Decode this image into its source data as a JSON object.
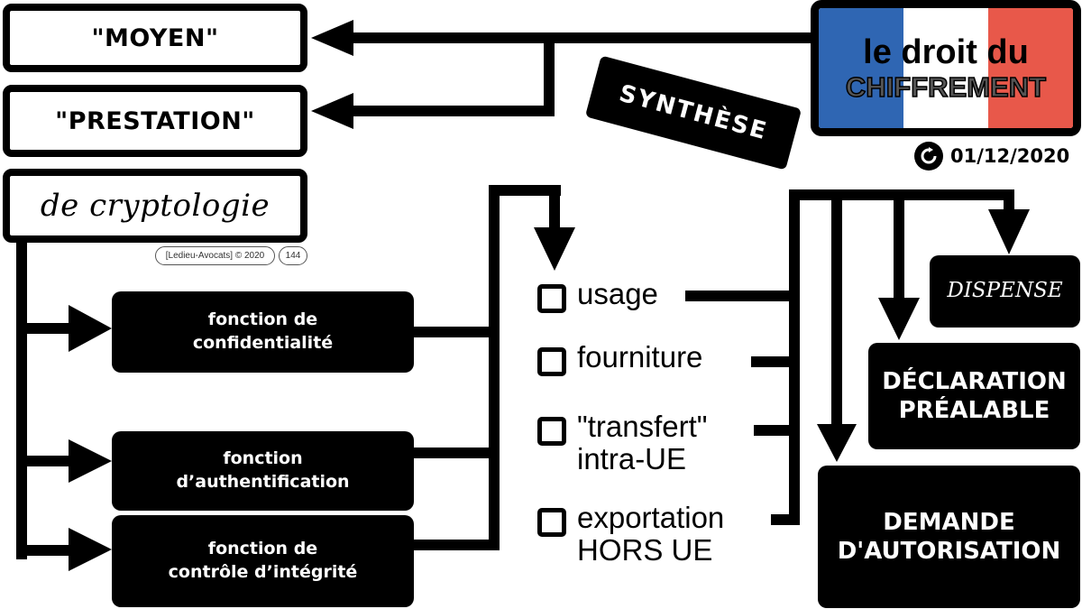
{
  "left_boxes": {
    "moyen": "\"MOYEN\"",
    "prestation": "\"PRESTATION\"",
    "cryptologie": "de cryptologie"
  },
  "credit": {
    "copyright": "[Ledieu-Avocats] © 2020",
    "slide_number": "144"
  },
  "functions": [
    {
      "line1": "fonction de",
      "line2": "confidentialité"
    },
    {
      "line1": "fonction",
      "line2": "d’authentification"
    },
    {
      "line1": "fonction de",
      "line2": "contrôle d’intégrité"
    }
  ],
  "operations": [
    {
      "line1": "usage",
      "line2": ""
    },
    {
      "line1": "fourniture",
      "line2": ""
    },
    {
      "line1": "\"transfert\"",
      "line2": "intra-UE"
    },
    {
      "line1": "exportation",
      "line2": "HORS UE"
    }
  ],
  "regimes": {
    "dispense": "DISPENSE",
    "declaration": {
      "line1": "DÉCLARATION",
      "line2": "PRÉALABLE"
    },
    "autorisation": {
      "line1": "DEMANDE",
      "line2": "D'AUTORISATION"
    }
  },
  "header": {
    "tag": "SYNTHÈSE",
    "title_line1": "le droit du",
    "title_line2": "CHIFFREMENT",
    "date": "01/12/2020",
    "date_icon": "refresh-icon"
  },
  "colors": {
    "flag_blue": "#2f66b3",
    "flag_white": "#ffffff",
    "flag_red": "#e8584a",
    "ink": "#000000"
  }
}
